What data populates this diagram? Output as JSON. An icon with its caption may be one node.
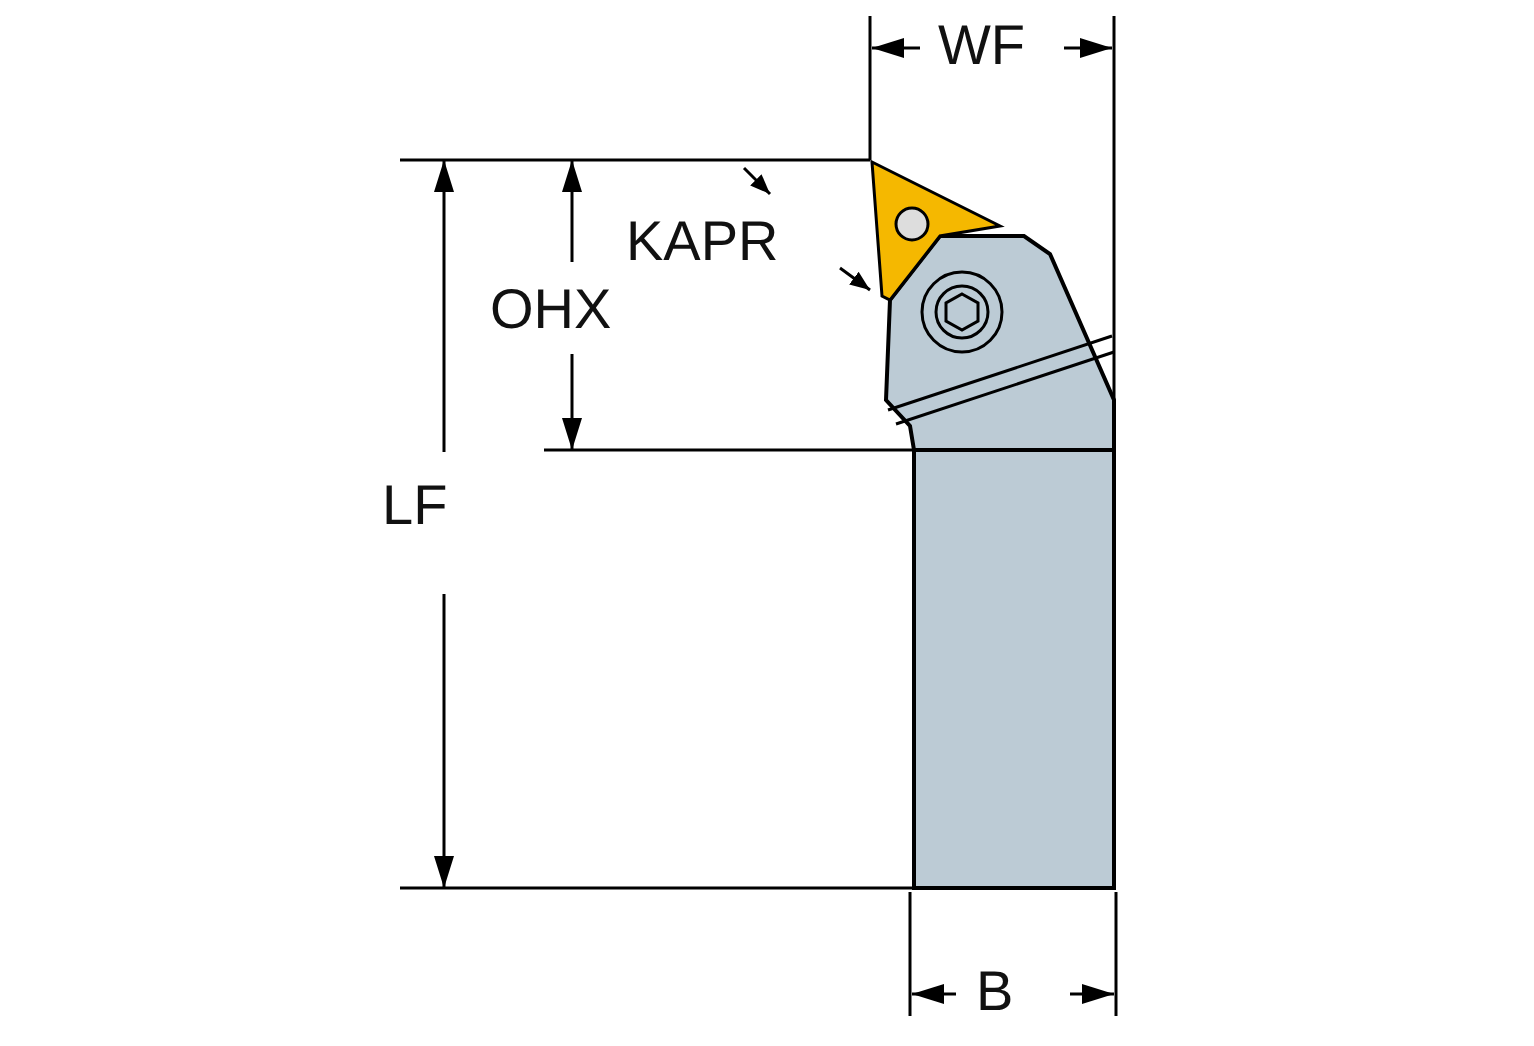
{
  "diagram": {
    "labels": [
      "WF",
      "KAPR",
      "OHX",
      "LF",
      "B"
    ]
  }
}
